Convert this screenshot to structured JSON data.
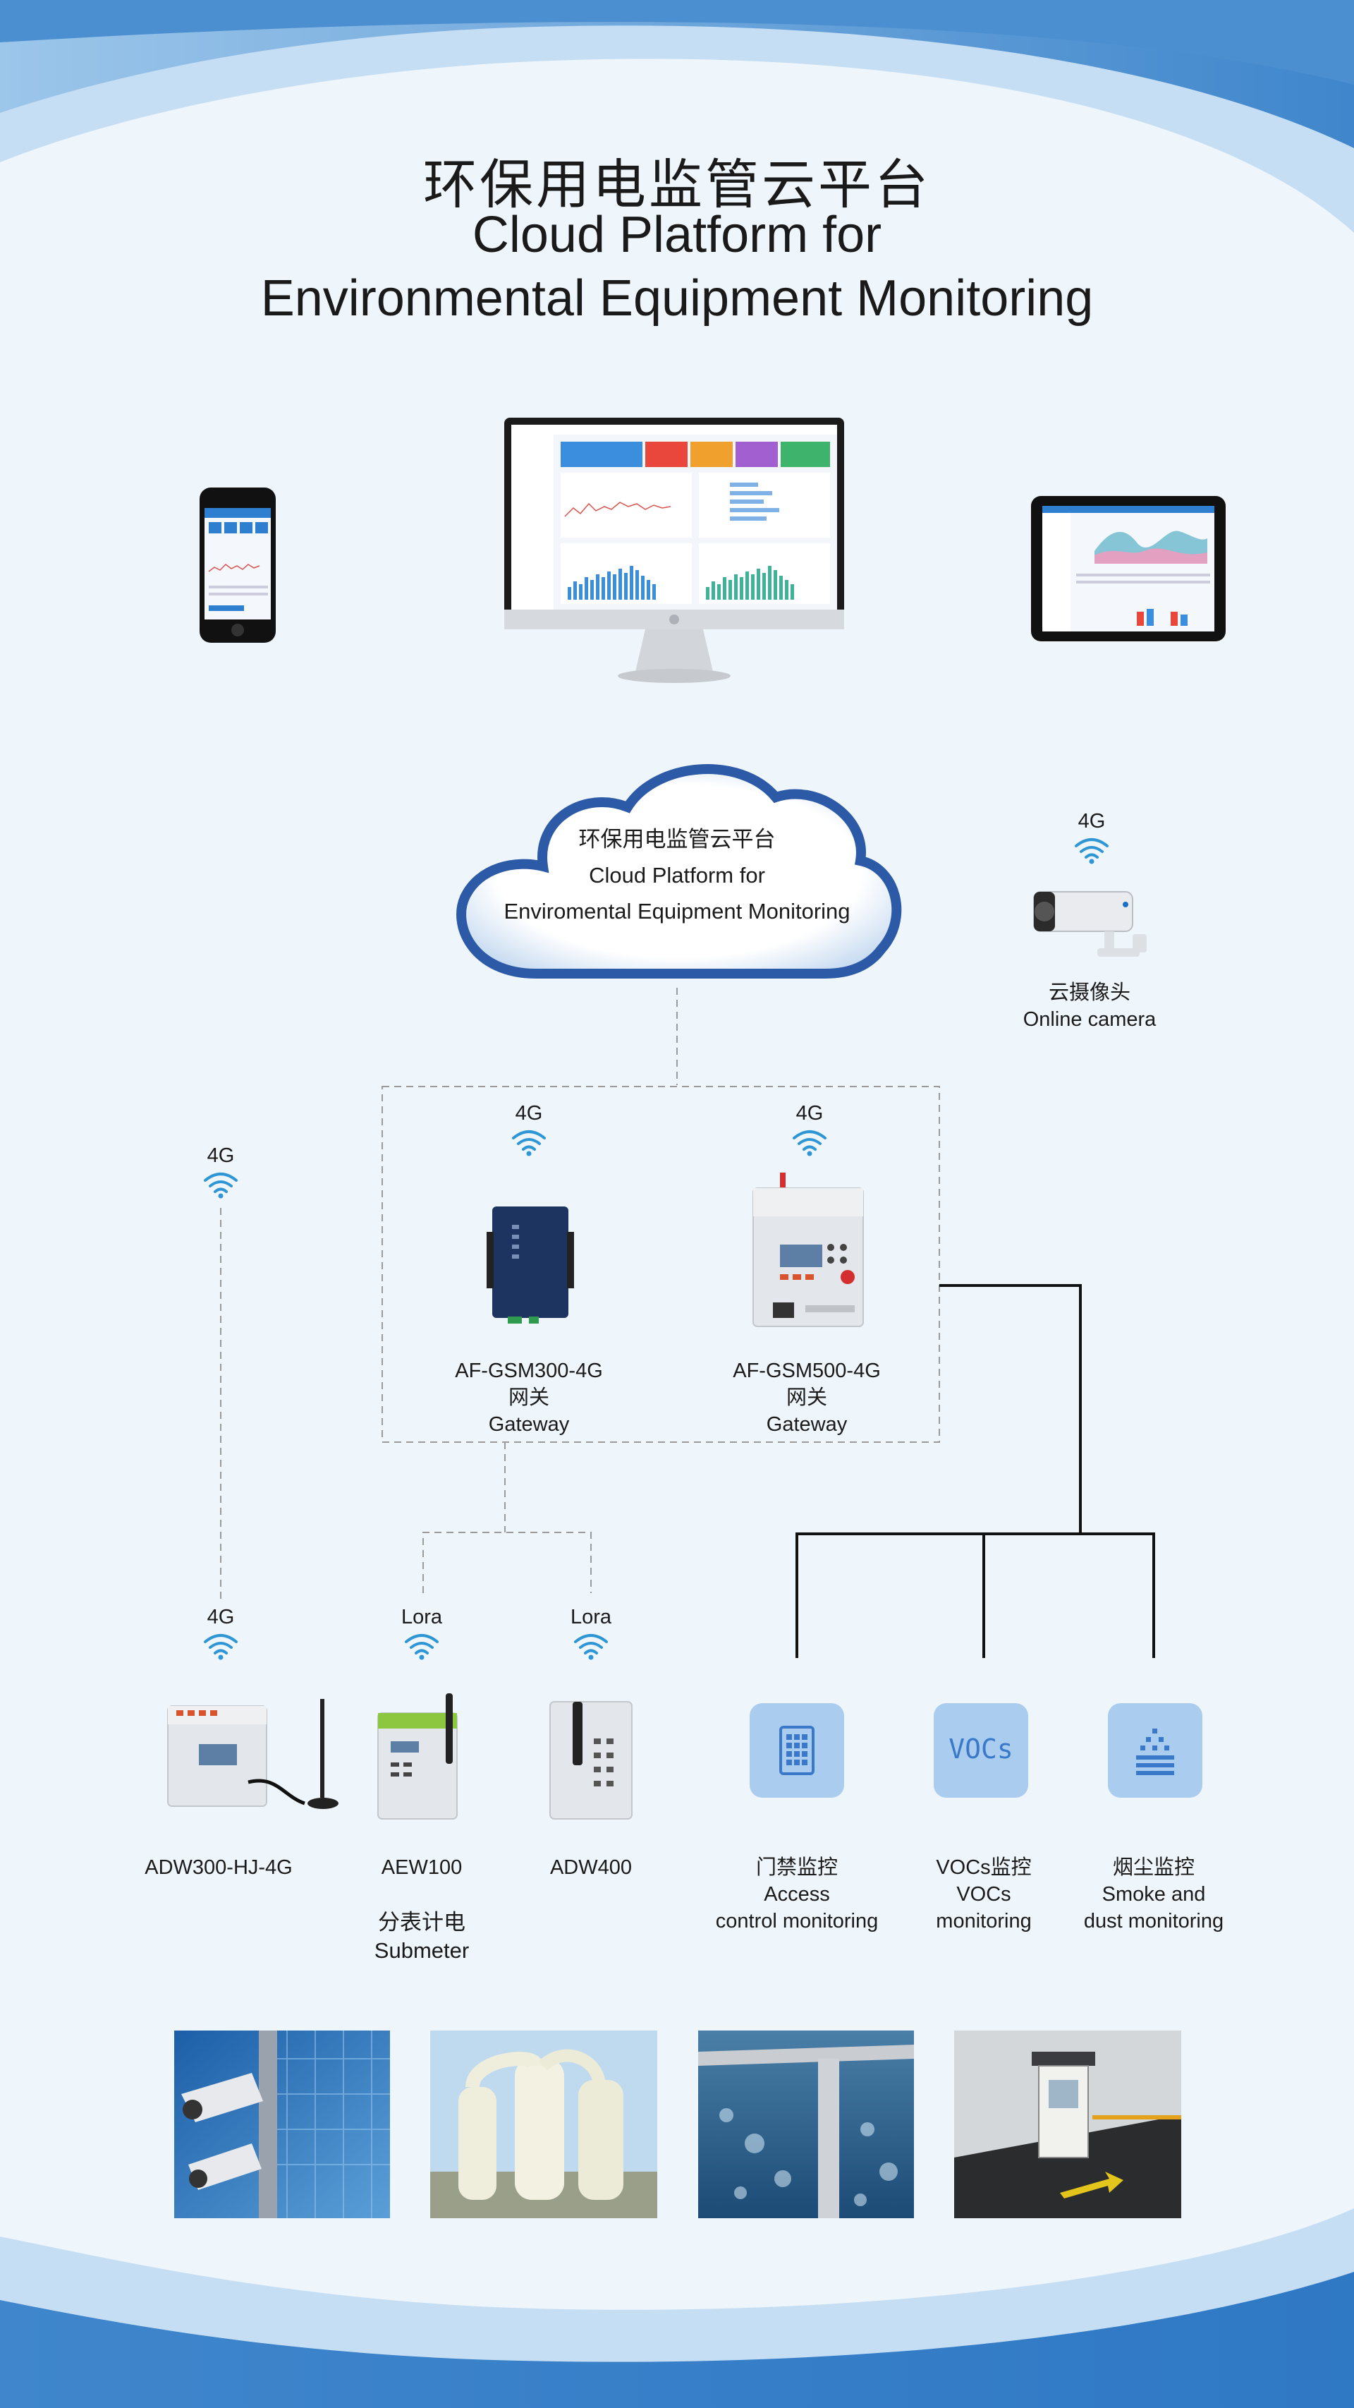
{
  "title": {
    "cn": "环保用电监管云平台",
    "en_line1": "Cloud Platform for",
    "en_line2": "Environmental  Equipment Monitoring"
  },
  "cloud": {
    "cn": "环保用电监管云平台",
    "en_line1": "Cloud Platform for",
    "en_line2": "Enviromental Equipment Monitoring"
  },
  "camera": {
    "signal": "4G",
    "cn": "云摄像头",
    "en": "Online camera"
  },
  "gateways": [
    {
      "signal": "4G",
      "model": "AF-GSM300-4G",
      "cn": "网关",
      "en": "Gateway"
    },
    {
      "signal": "4G",
      "model": "AF-GSM500-4G",
      "cn": "网关",
      "en": "Gateway"
    }
  ],
  "meters": [
    {
      "signal": "4G",
      "model": "ADW300-HJ-4G"
    },
    {
      "signal": "Lora",
      "model": "AEW100"
    },
    {
      "signal": "Lora",
      "model": "ADW400"
    }
  ],
  "submeter": {
    "cn": "分表计电",
    "en": "Submeter"
  },
  "left_signal": "4G",
  "monitors": [
    {
      "icon": "keypad-icon",
      "icon_text": "",
      "cn": "门禁监控",
      "en_line1": "Access",
      "en_line2": "control monitoring"
    },
    {
      "icon": "vocs-icon",
      "icon_text": "VOCs",
      "cn": "VOCs监控",
      "en_line1": "VOCs",
      "en_line2": "monitoring"
    },
    {
      "icon": "dust-icon",
      "icon_text": "",
      "cn": "烟尘监控",
      "en_line1": "Smoke and",
      "en_line2": "dust monitoring"
    }
  ],
  "colors": {
    "accent": "#2f96d6",
    "cloud_border": "#2c5aa6",
    "icon_box": "#a9ccef",
    "icon_glyph": "#3a79c9"
  }
}
